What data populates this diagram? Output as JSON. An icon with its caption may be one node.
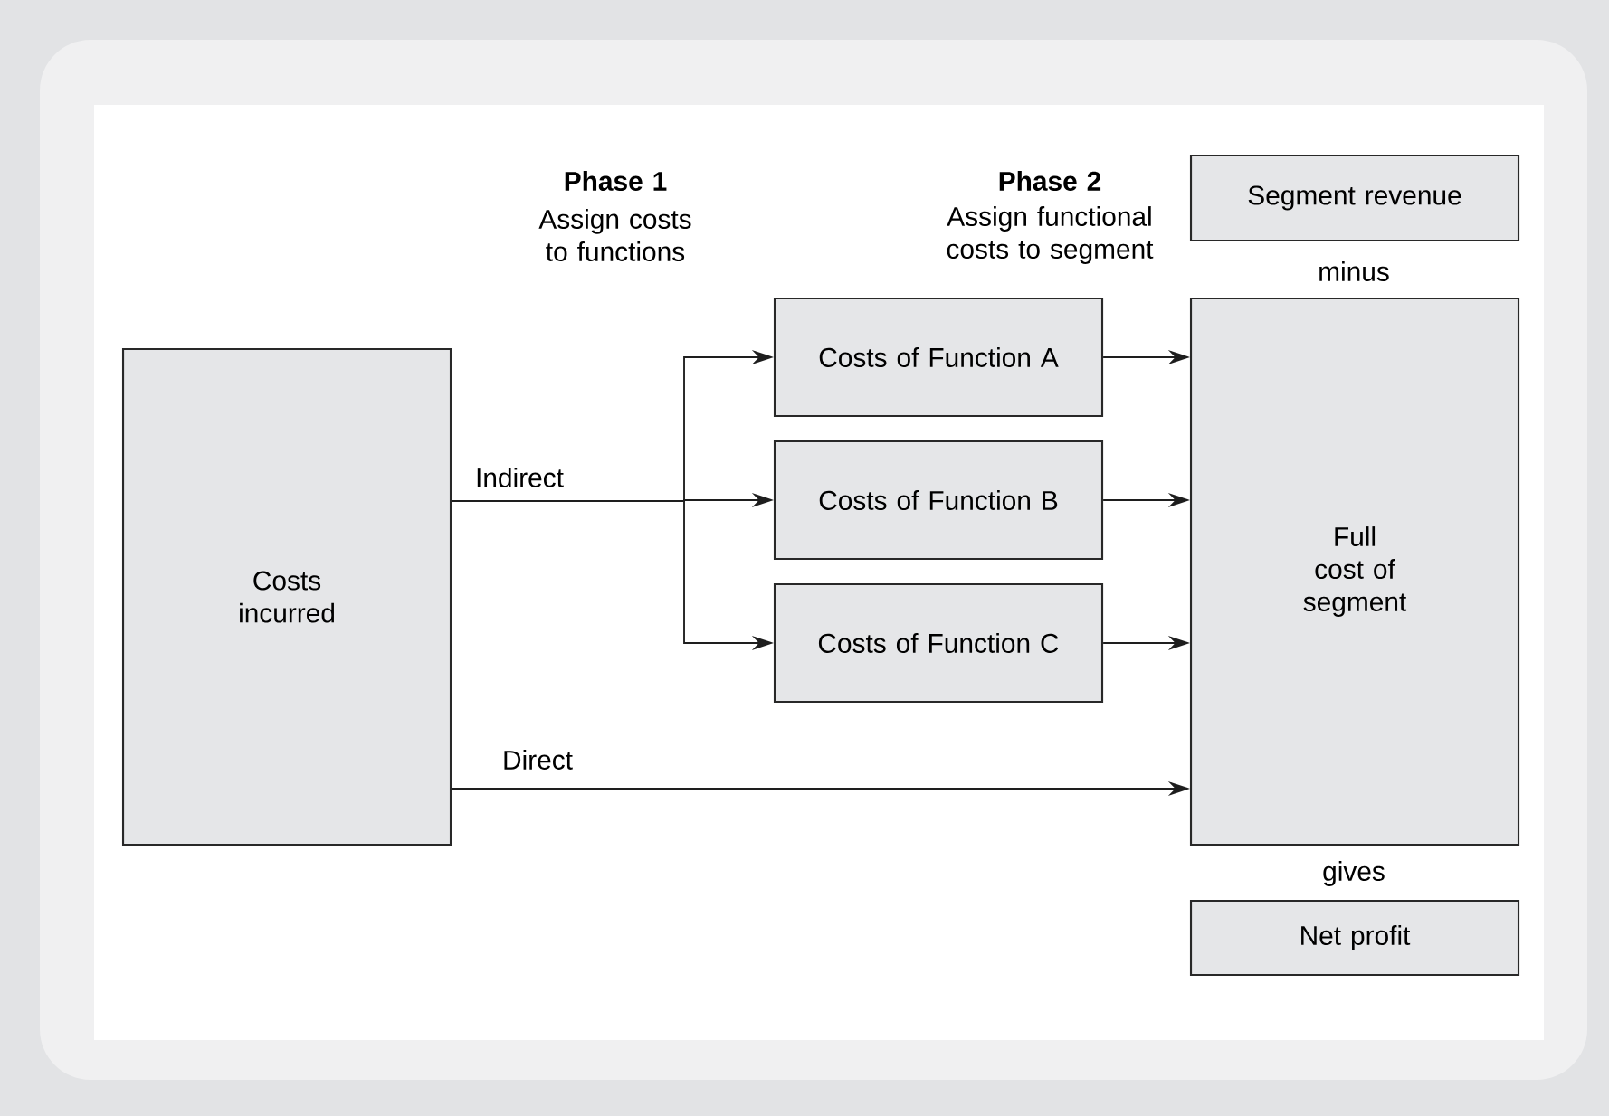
{
  "diagram": {
    "nodes": [
      {
        "text": [
          "Costs incurred"
        ]
      },
      {
        "text": [
          "Costs of Function A"
        ]
      },
      {
        "text": [
          "Costs of Function B"
        ]
      },
      {
        "text": [
          "Costs of Function C"
        ]
      },
      {
        "text": [
          "Full cost of segment"
        ]
      },
      {
        "text": [
          "Segment revenue"
        ]
      },
      {
        "text": [
          "Net profit"
        ]
      }
    ],
    "edges": [
      {
        "from": 0,
        "to": 1,
        "arrow": "to"
      },
      {
        "from": 0,
        "to": 2,
        "arrow": "to",
        "label": "Indirect"
      },
      {
        "from": 0,
        "to": 3,
        "arrow": "to"
      },
      {
        "from": 1,
        "to": 4,
        "arrow": "to"
      },
      {
        "from": 2,
        "to": 4,
        "arrow": "to"
      },
      {
        "from": 3,
        "to": 4,
        "arrow": "to"
      },
      {
        "from": 0,
        "to": 4,
        "arrow": "to",
        "label": "Direct"
      }
    ],
    "labels": [
      "Phase 1",
      "Assign costs to functions",
      "Phase 2",
      "Assign functional costs to segment",
      "minus",
      "gives"
    ]
  }
}
